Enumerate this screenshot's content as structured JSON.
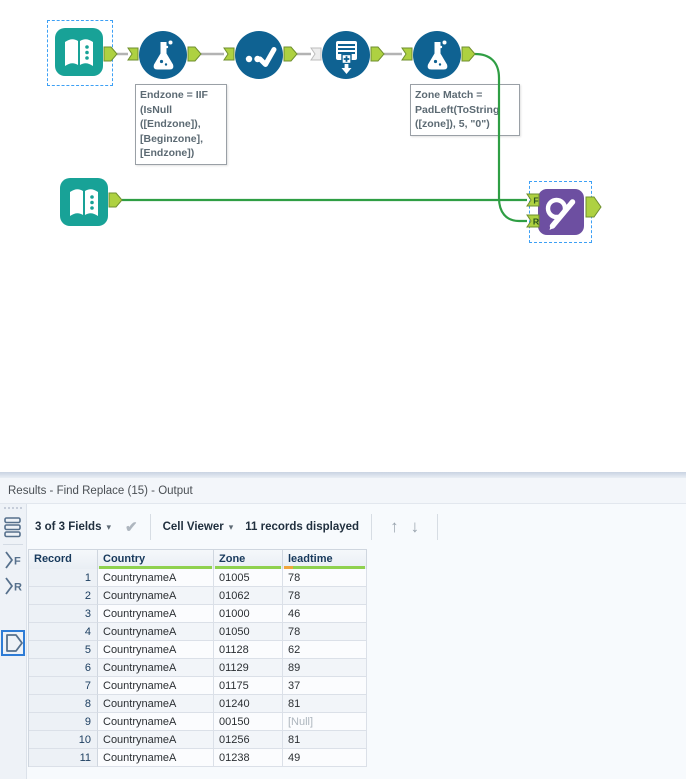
{
  "workflow": {
    "tools": [
      {
        "id": "input-data-1",
        "icon": "input-data-icon",
        "selected": true
      },
      {
        "id": "formula-1",
        "icon": "formula-icon",
        "selected": false
      },
      {
        "id": "unique-1",
        "icon": "unique-icon",
        "selected": false
      },
      {
        "id": "summarize-1",
        "icon": "summarize-icon",
        "selected": false
      },
      {
        "id": "formula-2",
        "icon": "formula-icon",
        "selected": false
      },
      {
        "id": "input-data-2",
        "icon": "input-data-icon",
        "selected": false
      },
      {
        "id": "find-replace-15",
        "icon": "find-replace-icon",
        "selected": true
      }
    ],
    "annotation_formula1": {
      "lines": [
        "Endzone = IIF",
        "(IsNull",
        "([Endzone]),",
        "[Beginzone],",
        "[Endzone])"
      ]
    },
    "annotation_formula2": {
      "lines": [
        "Zone Match =",
        "PadLeft(ToString",
        "([zone]), 5, \"0\")"
      ]
    },
    "anchor_labels": {
      "find": "F",
      "replace": "R"
    }
  },
  "results": {
    "title": "Results - Find Replace (15) - Output",
    "toolbar": {
      "fields_dropdown": "3 of 3 Fields",
      "cell_viewer_dropdown": "Cell Viewer",
      "records_displayed": "11 records displayed"
    },
    "glyphs": {
      "caret": "▾",
      "check": "✔",
      "up": "↑",
      "down": "↓"
    },
    "table": {
      "columns": [
        {
          "label": "Record",
          "quality": "none"
        },
        {
          "label": "Country",
          "quality": "ok"
        },
        {
          "label": "Zone",
          "quality": "ok"
        },
        {
          "label": "leadtime",
          "quality": "nulls"
        }
      ],
      "rows": [
        [
          "1",
          "CountrynameA",
          "01005",
          "78"
        ],
        [
          "2",
          "CountrynameA",
          "01062",
          "78"
        ],
        [
          "3",
          "CountrynameA",
          "01000",
          "46"
        ],
        [
          "4",
          "CountrynameA",
          "01050",
          "78"
        ],
        [
          "5",
          "CountrynameA",
          "01128",
          "62"
        ],
        [
          "6",
          "CountrynameA",
          "01129",
          "89"
        ],
        [
          "7",
          "CountrynameA",
          "01175",
          "37"
        ],
        [
          "8",
          "CountrynameA",
          "01240",
          "81"
        ],
        [
          "9",
          "CountrynameA",
          "00150",
          "[Null]"
        ],
        [
          "10",
          "CountrynameA",
          "01256",
          "81"
        ],
        [
          "11",
          "CountrynameA",
          "01238",
          "49"
        ]
      ],
      "null_token": "[Null]"
    }
  },
  "colors": {
    "tool_teal": "#18a297",
    "tool_blue": "#0f6292",
    "tool_purple": "#6d4fa1",
    "anchor_green": "#aed141",
    "wire_green": "#2f9e44",
    "wire_gray": "#b3b3b3",
    "selection_blue": "#3da0f5",
    "quality_green": "#8fd14f",
    "quality_orange": "#f0a63c"
  },
  "icons": [
    "input-data-icon",
    "formula-icon",
    "unique-icon",
    "summarize-icon",
    "find-replace-icon",
    "connections-all-icon",
    "anchor-f-icon",
    "anchor-r-icon",
    "anchor-output-icon",
    "dropdown-caret-icon",
    "apply-check-icon",
    "up-arrow-icon",
    "down-arrow-icon",
    "drag-dots-handle"
  ]
}
